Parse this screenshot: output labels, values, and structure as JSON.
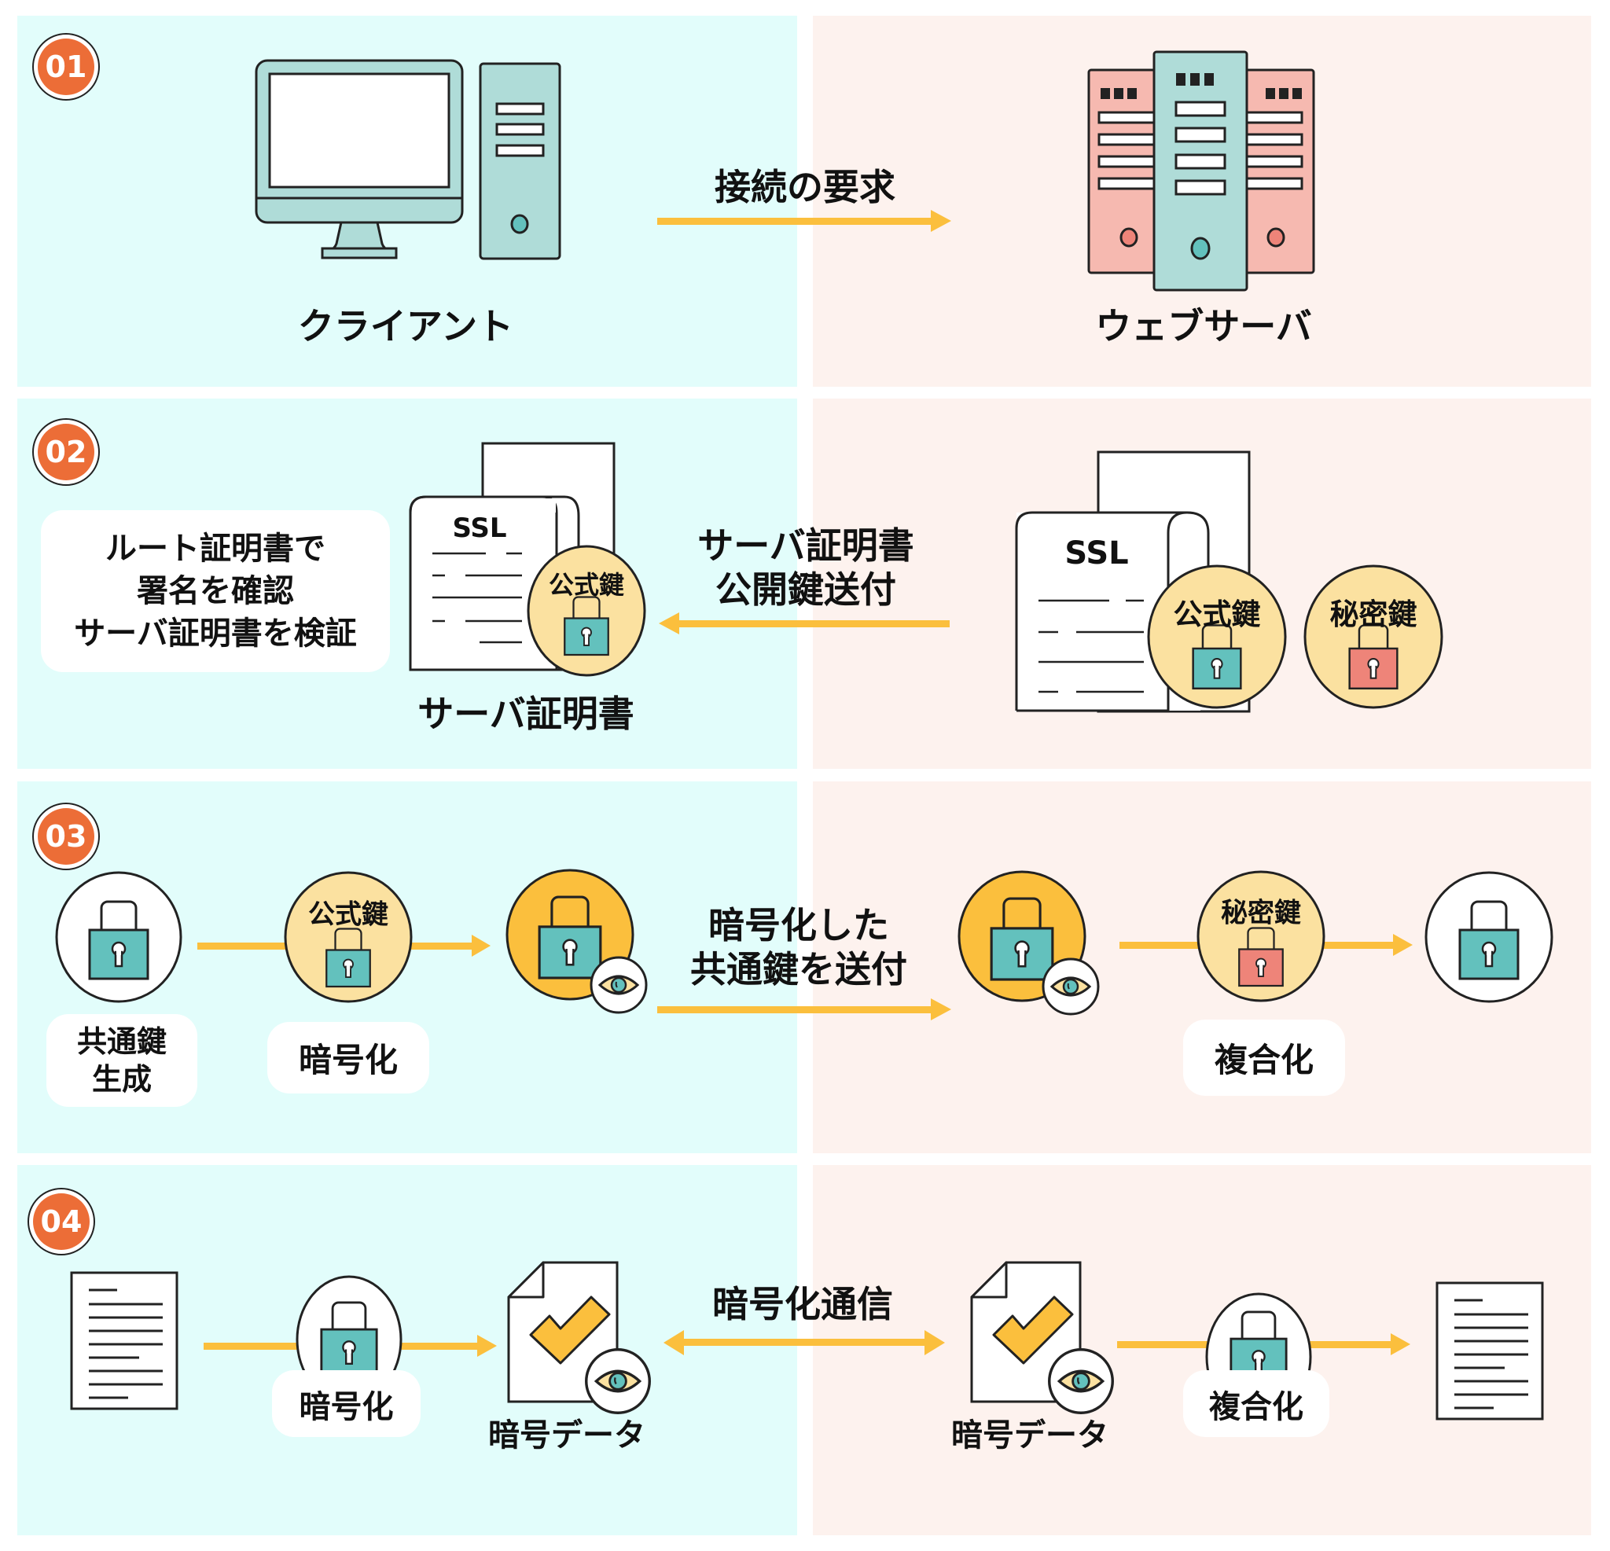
{
  "colors": {
    "client_bg": "#e2fdfb",
    "server_bg": "#fdf2ee",
    "badge": "#ec6d37",
    "arrow": "#fbbf3d",
    "teal": "#63c1bd",
    "teal_light": "#afdcd8",
    "pink": "#f6b9b0",
    "red_lock": "#ee8479",
    "key_circle": "#fbe1a0",
    "yellow": "#fbbf3d"
  },
  "steps": [
    {
      "number": "01",
      "client_label": "クライアント",
      "server_label": "ウェブサーバ",
      "arrow_text": "接続の要求",
      "arrow_direction": "right"
    },
    {
      "number": "02",
      "note_lines": [
        "ルート証明書で",
        "署名を確認",
        "サーバ証明書を検証"
      ],
      "client_cert_label": "サーバ証明書",
      "cert_title": "SSL",
      "public_key_label": "公式鍵",
      "private_key_label": "秘密鍵",
      "arrow_text_lines": [
        "サーバ証明書",
        "公開鍵送付"
      ],
      "arrow_direction": "left"
    },
    {
      "number": "03",
      "generate_label_lines": [
        "共通鍵",
        "生成"
      ],
      "encrypt_label": "暗号化",
      "public_key_label": "公式鍵",
      "private_key_label": "秘密鍵",
      "decrypt_label": "複合化",
      "arrow_text_lines": [
        "暗号化した",
        "共通鍵を送付"
      ],
      "arrow_direction": "right"
    },
    {
      "number": "04",
      "encrypt_label": "暗号化",
      "decrypt_label": "複合化",
      "encrypted_data_label_left": "暗号データ",
      "encrypted_data_label_right": "暗号データ",
      "arrow_text": "暗号化通信",
      "arrow_direction": "both"
    }
  ]
}
